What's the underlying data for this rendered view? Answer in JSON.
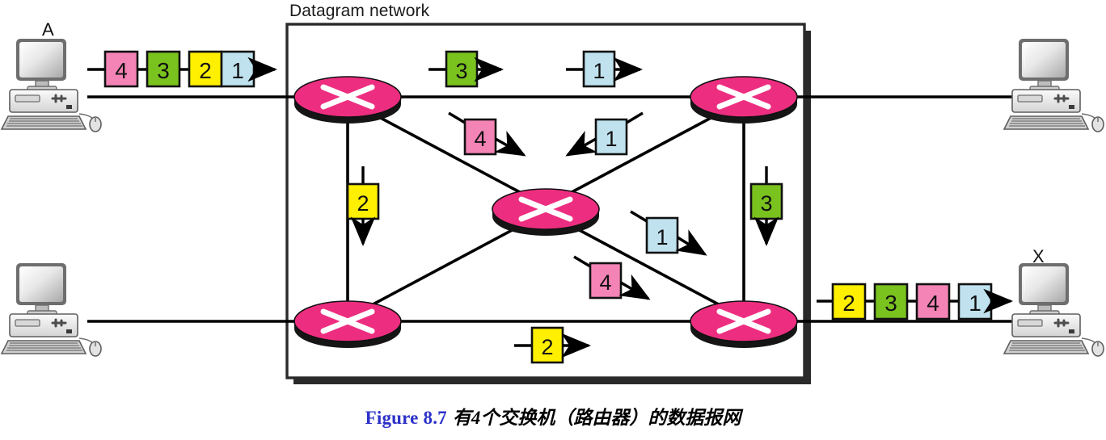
{
  "figure": {
    "caption_label": "Figure 8.7",
    "caption_text": "有4个交换机（路由器）的数据报网",
    "caption_label_color": "#2b31c8",
    "caption_text_color": "#000000"
  },
  "network": {
    "title": "Datagram network",
    "box_border_color": "#2a2a2a",
    "box_shadow_color": "#2a2a2a",
    "switch_count": 4
  },
  "palette": {
    "packet_1_color": "#bfe2ee",
    "packet_2_color": "#ffef00",
    "packet_3_color": "#7ac21e",
    "packet_4_color": "#f484b6",
    "switch_fill": "#ed2e80",
    "switch_shadow": "#151515",
    "switch_cross": "#ffffff",
    "link_color": "#000000"
  },
  "hosts": [
    {
      "id": "host-a",
      "label": "A",
      "position": "top-left"
    },
    {
      "id": "host-top-right",
      "label": "",
      "position": "top-right"
    },
    {
      "id": "host-bottom-left",
      "label": "",
      "position": "bottom-left"
    },
    {
      "id": "host-x",
      "label": "X",
      "position": "bottom-right"
    }
  ],
  "switches": [
    {
      "id": "switch-top-left",
      "name": "switch-top-left"
    },
    {
      "id": "switch-top-right",
      "name": "switch-top-right"
    },
    {
      "id": "switch-center",
      "name": "switch-center"
    },
    {
      "id": "switch-bottom-left",
      "name": "switch-bottom-left"
    },
    {
      "id": "switch-bottom-right",
      "name": "switch-bottom-right"
    }
  ],
  "packet_trains": {
    "source_a": {
      "name": "outgoing-packet-train-a",
      "packets": [
        "4",
        "3",
        "2",
        "1"
      ],
      "colors": [
        "#f484b6",
        "#7ac21e",
        "#ffef00",
        "#bfe2ee"
      ],
      "direction": "right"
    },
    "dest_x": {
      "name": "incoming-packet-train-x",
      "packets": [
        "2",
        "3",
        "4",
        "1"
      ],
      "colors": [
        "#ffef00",
        "#7ac21e",
        "#f484b6",
        "#bfe2ee"
      ],
      "direction": "right"
    }
  },
  "inflight_packets": [
    {
      "name": "packet-top-left-3",
      "value": "3",
      "color": "#7ac21e",
      "direction": "right"
    },
    {
      "name": "packet-top-right-1",
      "value": "1",
      "color": "#bfe2ee",
      "direction": "right"
    },
    {
      "name": "packet-diag-4",
      "value": "4",
      "color": "#f484b6",
      "direction": "down-right"
    },
    {
      "name": "packet-diag-1-in",
      "value": "1",
      "color": "#bfe2ee",
      "direction": "down-left"
    },
    {
      "name": "packet-left-2",
      "value": "2",
      "color": "#ffef00",
      "direction": "down"
    },
    {
      "name": "packet-right-3",
      "value": "3",
      "color": "#7ac21e",
      "direction": "down"
    },
    {
      "name": "packet-mid-1-out",
      "value": "1",
      "color": "#bfe2ee",
      "direction": "down-right"
    },
    {
      "name": "packet-mid-4-out",
      "value": "4",
      "color": "#f484b6",
      "direction": "down-right"
    },
    {
      "name": "packet-bottom-2",
      "value": "2",
      "color": "#ffef00",
      "direction": "right"
    }
  ]
}
